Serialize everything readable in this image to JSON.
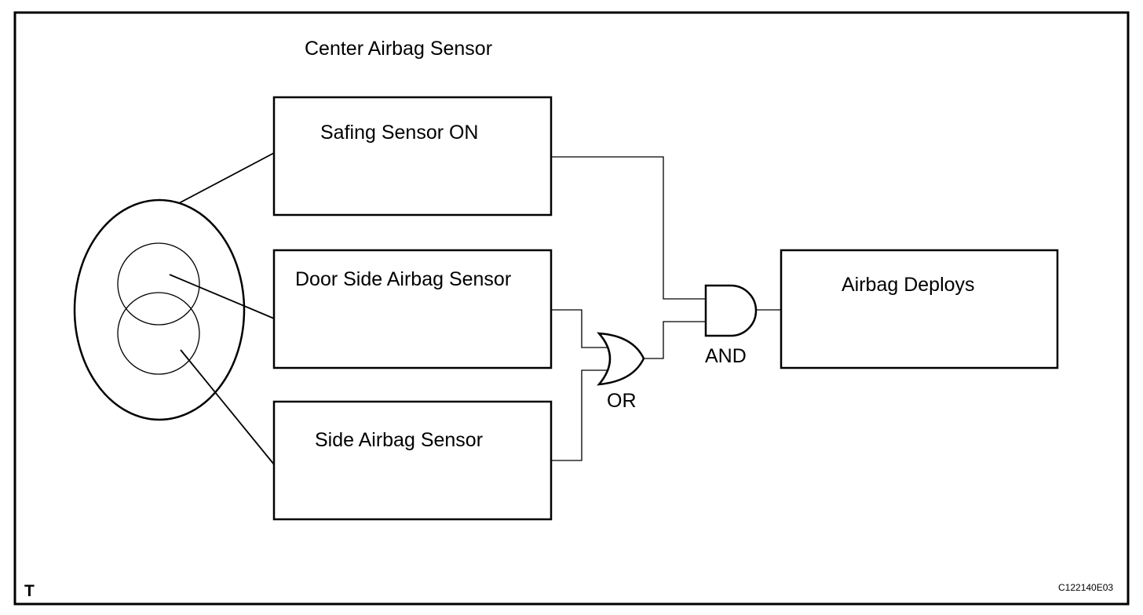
{
  "diagram": {
    "title": "Center Airbag Sensor",
    "boxes": {
      "safing": "Safing Sensor ON",
      "door_side": "Door Side Airbag Sensor",
      "side": "Side Airbag Sensor",
      "deploy": "Airbag Deploys"
    },
    "gates": {
      "or_label": "OR",
      "and_label": "AND"
    },
    "corner_mark": "T",
    "figure_code": "C122140E03"
  }
}
